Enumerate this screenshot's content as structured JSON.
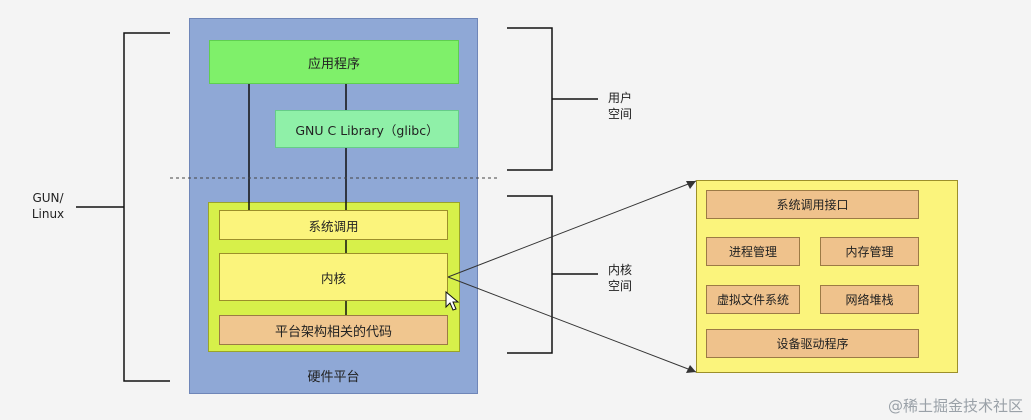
{
  "left_label": "GUN/\nLinux",
  "hardware": "硬件平台",
  "app": "应用程序",
  "glibc": "GNU C Library（glibc）",
  "syscall": "系统调用",
  "kernel": "内核",
  "arch_code": "平台架构相关的代码",
  "user_space": "用户\n空间",
  "kernel_space": "内核\n空间",
  "detail": {
    "syscall_interface": "系统调用接口",
    "process_mgmt": "进程管理",
    "memory_mgmt": "内存管理",
    "vfs": "虚拟文件系统",
    "network_stack": "网络堆栈",
    "device_drivers": "设备驱动程序"
  },
  "watermark": "@稀土掘金技术社区"
}
